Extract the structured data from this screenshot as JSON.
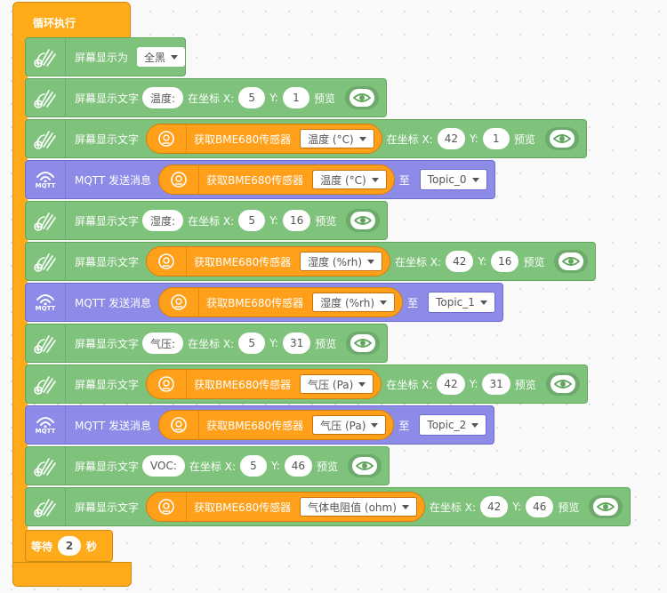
{
  "loop": {
    "title": "循环执行"
  },
  "wait": {
    "label": "等待",
    "value": "2",
    "unit": "秒"
  },
  "blocks": [
    {
      "type": "screen_fill",
      "label": "屏幕显示为",
      "dropdown": "全黑"
    },
    {
      "type": "screen_text",
      "label": "屏幕显示文字",
      "text": "温度:",
      "coord_label": "在坐标 X:",
      "x": "5",
      "y_label": "Y:",
      "y": "1",
      "preview": "预览"
    },
    {
      "type": "screen_text_sensor",
      "label": "屏幕显示文字",
      "sensor_label": "获取BME680传感器",
      "sensor_option": "温度 (°C)",
      "coord_label": "在坐标 X:",
      "x": "42",
      "y_label": "Y:",
      "y": "1",
      "preview": "预览"
    },
    {
      "type": "mqtt",
      "label": "MQTT 发送消息",
      "sensor_label": "获取BME680传感器",
      "sensor_option": "温度 (°C)",
      "to": "至",
      "topic": "Topic_0"
    },
    {
      "type": "screen_text",
      "label": "屏幕显示文字",
      "text": "湿度:",
      "coord_label": "在坐标 X:",
      "x": "5",
      "y_label": "Y:",
      "y": "16",
      "preview": "预览"
    },
    {
      "type": "screen_text_sensor",
      "label": "屏幕显示文字",
      "sensor_label": "获取BME680传感器",
      "sensor_option": "湿度 (%rh)",
      "coord_label": "在坐标 X:",
      "x": "42",
      "y_label": "Y:",
      "y": "16",
      "preview": "预览"
    },
    {
      "type": "mqtt",
      "label": "MQTT 发送消息",
      "sensor_label": "获取BME680传感器",
      "sensor_option": "湿度 (%rh)",
      "to": "至",
      "topic": "Topic_1"
    },
    {
      "type": "screen_text",
      "label": "屏幕显示文字",
      "text": "气压:",
      "coord_label": "在坐标 X:",
      "x": "5",
      "y_label": "Y:",
      "y": "31",
      "preview": "预览"
    },
    {
      "type": "screen_text_sensor",
      "label": "屏幕显示文字",
      "sensor_label": "获取BME680传感器",
      "sensor_option": "气压 (Pa)",
      "coord_label": "在坐标 X:",
      "x": "42",
      "y_label": "Y:",
      "y": "31",
      "preview": "预览"
    },
    {
      "type": "mqtt",
      "label": "MQTT 发送消息",
      "sensor_label": "获取BME680传感器",
      "sensor_option": "气压 (Pa)",
      "to": "至",
      "topic": "Topic_2"
    },
    {
      "type": "screen_text",
      "label": "屏幕显示文字",
      "text": "VOC:",
      "coord_label": "在坐标 X:",
      "x": "5",
      "y_label": "Y:",
      "y": "46",
      "preview": "预览"
    },
    {
      "type": "screen_text_sensor",
      "label": "屏幕显示文字",
      "sensor_label": "获取BME680传感器",
      "sensor_option": "气体电阻值 (ohm)",
      "coord_label": "在坐标 X:",
      "x": "42",
      "y_label": "Y:",
      "y": "46",
      "preview": "预览"
    }
  ],
  "mqtt_icon_text": "MQTT",
  "colors": {
    "loop": "#ffab19",
    "screen_block": "#7ec27b",
    "mqtt_block": "#8c8be8",
    "sensor_reporter": "#ff9f1a"
  }
}
